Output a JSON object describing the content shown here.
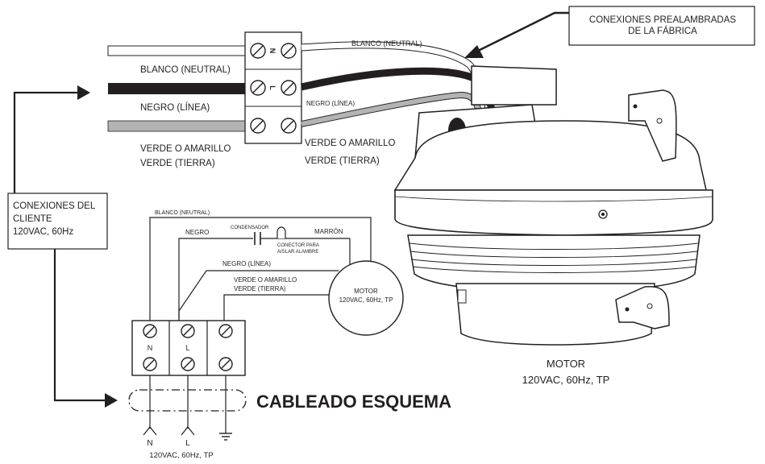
{
  "callouts": {
    "factory_line1": "CONEXIONES PREALAMBRADAS",
    "factory_line2": "DE LA FÁBRICA",
    "customer_line1": "CONEXIONES DEL",
    "customer_line2": "CLIENTE",
    "customer_line3": "120VAC, 60Hz"
  },
  "supply_wires": {
    "white": "BLANCO (NEUTRAL)",
    "black": "NEGRO (LÍNEA)",
    "green_line1": "VERDE O AMARILLO",
    "green_line2": "VERDE (TIERRA)"
  },
  "motor_leads": {
    "white": "BLANCO (NEUTRAL)",
    "black": "NEGRO (LÍNEA)",
    "green_line1": "VERDE O AMARILLO",
    "green_line2": "VERDE (TIERRA)"
  },
  "terminal_block_top": {
    "n_mark": "N",
    "l_mark": "L"
  },
  "schematic": {
    "title": "CABLEADO ESQUEMA",
    "white": "BLANCO (NEUTRAL)",
    "black": "NEGRO",
    "capacitor": "CONDENSADOR",
    "brown": "MARRÓN",
    "wire_nut_line1": "CONECTOR PARA",
    "wire_nut_line2": "AISLAR ALAMBRE",
    "black_line": "NEGRO (LÍNEA)",
    "green_line1": "VERDE O AMARILLO",
    "green_line2": "VERDE (TIERRA)",
    "motor_line1": "MOTOR",
    "motor_line2": "120VAC, 60Hz, TP",
    "terminal_n": "N",
    "terminal_l": "L",
    "supply_n": "N",
    "supply_l": "L",
    "supply_rating": "120VAC, 60Hz, TP"
  },
  "motor_caption": {
    "line1": "MOTOR",
    "line2": "120VAC, 60Hz, TP"
  },
  "colors": {
    "ink": "#231f20",
    "white_wire": "#ffffff",
    "black_wire": "#231f20",
    "green_wire": "#b3b3b3"
  }
}
